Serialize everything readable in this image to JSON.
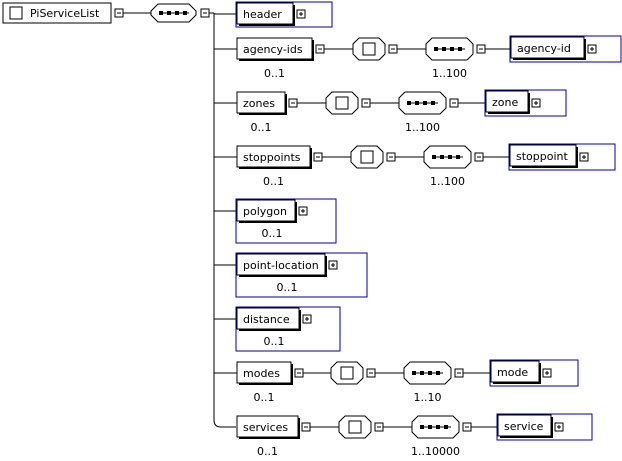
{
  "root": {
    "label": "PiServiceList"
  },
  "elements": [
    {
      "id": "header",
      "label": "header",
      "occurs": "",
      "children": null
    },
    {
      "id": "agency-ids",
      "label": "agency-ids",
      "occurs": "0..1",
      "children": {
        "label": "agency-id",
        "occurs": "1..100"
      }
    },
    {
      "id": "zones",
      "label": "zones",
      "occurs": "0..1",
      "children": {
        "label": "zone",
        "occurs": "1..100"
      }
    },
    {
      "id": "stoppoints",
      "label": "stoppoints",
      "occurs": "0..1",
      "children": {
        "label": "stoppoint",
        "occurs": "1..100"
      }
    },
    {
      "id": "polygon",
      "label": "polygon",
      "occurs": "0..1",
      "children": null
    },
    {
      "id": "point-location",
      "label": "point-location",
      "occurs": "0..1",
      "children": null
    },
    {
      "id": "distance",
      "label": "distance",
      "occurs": "0..1",
      "children": null
    },
    {
      "id": "modes",
      "label": "modes",
      "occurs": "0..1",
      "children": {
        "label": "mode",
        "occurs": "1..10"
      }
    },
    {
      "id": "services",
      "label": "services",
      "occurs": "0..1",
      "children": {
        "label": "service",
        "occurs": "1..10000"
      }
    }
  ],
  "colors": {
    "line": "#000000",
    "frame": "#00009c",
    "box": "#ffffff"
  }
}
